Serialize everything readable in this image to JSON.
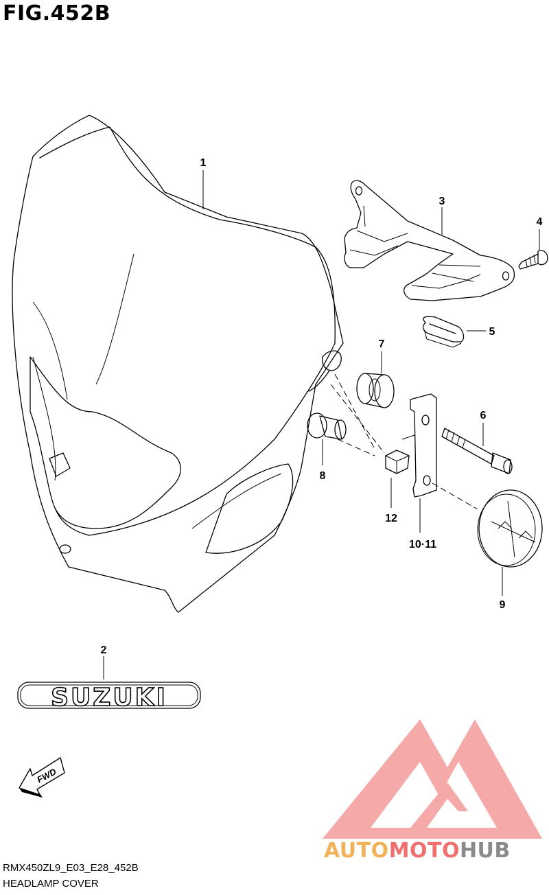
{
  "figure": {
    "title": "FIG.452B",
    "code": "RMX450ZL9_E03_E28_452B",
    "name": "HEADLAMP COVER"
  },
  "callouts": [
    {
      "id": "p1",
      "label": "1"
    },
    {
      "id": "p2",
      "label": "2"
    },
    {
      "id": "p3",
      "label": "3"
    },
    {
      "id": "p4",
      "label": "4"
    },
    {
      "id": "p5",
      "label": "5"
    },
    {
      "id": "p6",
      "label": "6"
    },
    {
      "id": "p7",
      "label": "7"
    },
    {
      "id": "p8",
      "label": "8"
    },
    {
      "id": "p9",
      "label": "9"
    },
    {
      "id": "p10",
      "label": "10·11"
    },
    {
      "id": "p12",
      "label": "12"
    }
  ],
  "emblem": {
    "text": "SUZUKI"
  },
  "fwd": {
    "text": "FWD"
  },
  "watermark": {
    "part1": "AUTO",
    "part2": "MOTO",
    "part3": "HUB",
    "colors": {
      "auto": "#f2b25a",
      "moto": "#f06f6f",
      "hub": "#8a8a8a",
      "logo": "#f6a9a9"
    }
  }
}
